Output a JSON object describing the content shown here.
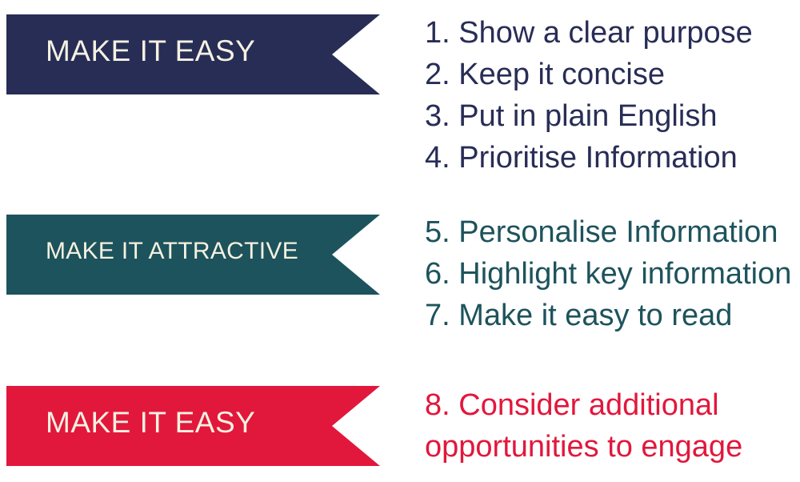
{
  "diagram": {
    "background": "#ffffff",
    "colors": {
      "navy": "#282d56",
      "teal": "#1d535c",
      "red": "#e2173c",
      "cream": "#f4f1e1"
    },
    "sections": [
      {
        "id": "make-it-easy-top",
        "banner_label": "MAKE IT EASY",
        "color": "navy",
        "items": [
          "1. Show a clear purpose",
          "2. Keep it concise",
          "3. Put in plain English",
          "4. Prioritise Information"
        ]
      },
      {
        "id": "make-it-attractive",
        "banner_label": "MAKE IT ATTRACTIVE",
        "color": "teal",
        "items": [
          "5. Personalise Information",
          "6. Highlight key information",
          "7. Make it easy to read"
        ]
      },
      {
        "id": "make-it-easy-bottom",
        "banner_label": "MAKE IT EASY",
        "color": "red",
        "items": [
          "8. Consider additional opportunities to engage"
        ]
      }
    ]
  }
}
